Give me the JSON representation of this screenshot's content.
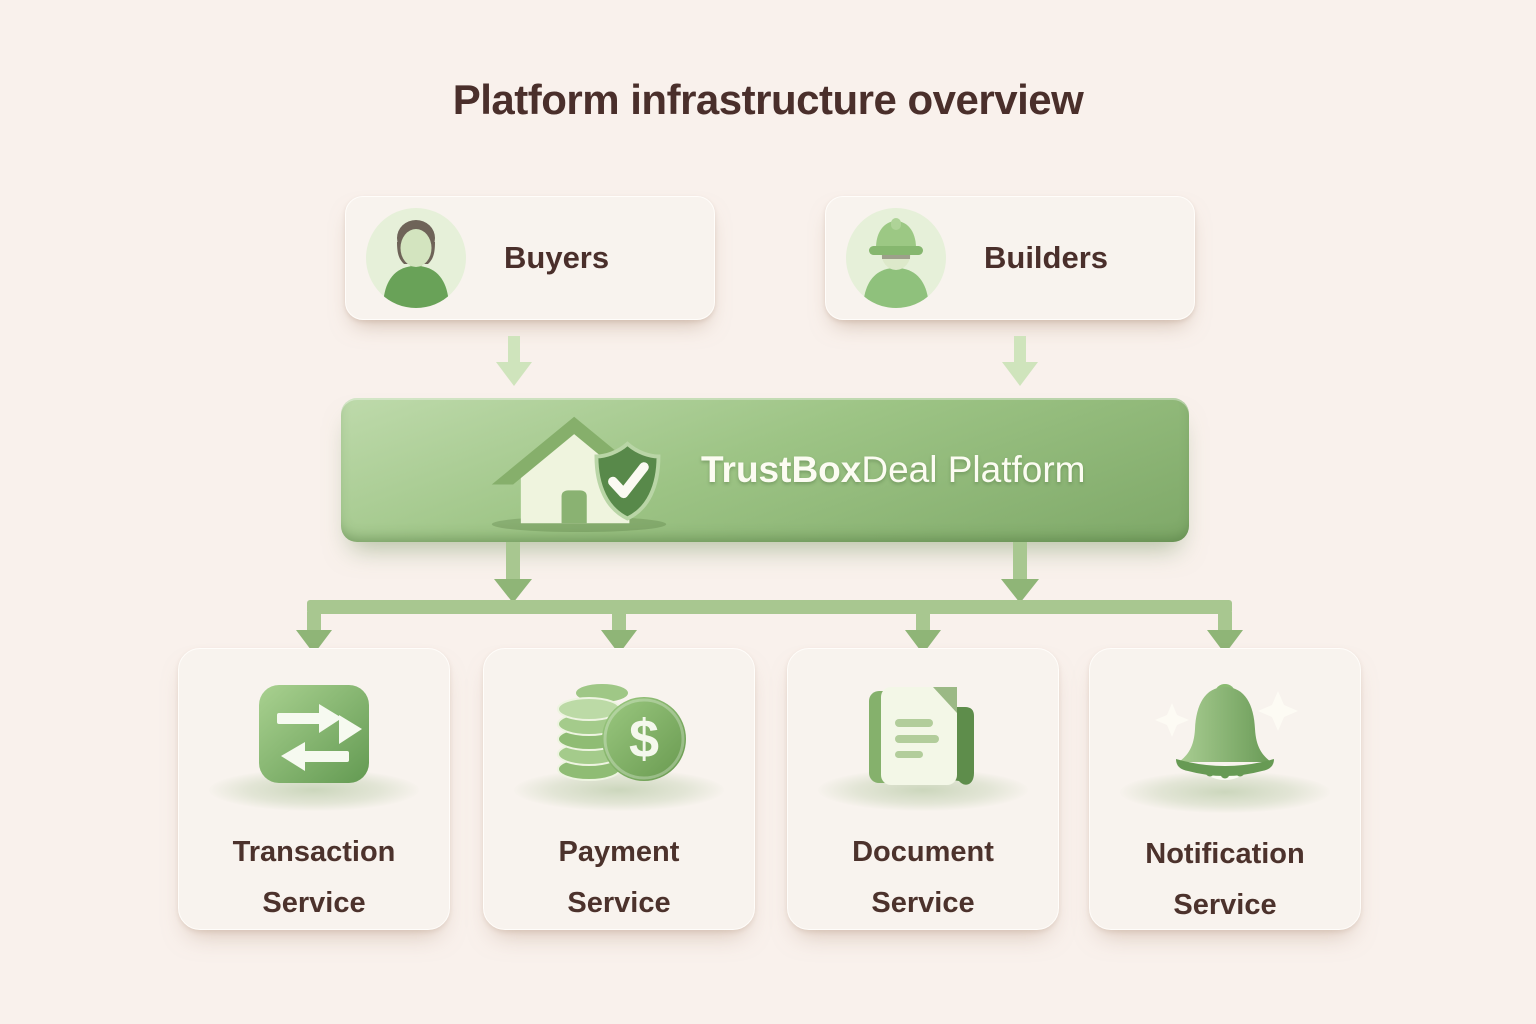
{
  "title": "Platform infrastructure overview",
  "actors": [
    {
      "label": "Buyers",
      "icon": "buyer-avatar-icon"
    },
    {
      "label": "Builders",
      "icon": "builder-avatar-icon"
    }
  ],
  "platform": {
    "name_bold": "TrustBox",
    "name_rest": "Deal Platform",
    "icon": "house-shield-icon"
  },
  "services": [
    {
      "line1": "Transaction",
      "line2": "Service",
      "icon": "transfer-arrows-icon"
    },
    {
      "line1": "Payment",
      "line2": "Service",
      "icon": "coins-dollar-icon"
    },
    {
      "line1": "Document",
      "line2": "Service",
      "icon": "document-icon"
    },
    {
      "line1": "Notification",
      "line2": "Service",
      "icon": "bell-icon"
    }
  ],
  "connections": [
    {
      "from": "Buyers",
      "to": "TrustBoxDeal Platform"
    },
    {
      "from": "Builders",
      "to": "TrustBoxDeal Platform"
    },
    {
      "from": "TrustBoxDeal Platform",
      "to": "Transaction Service"
    },
    {
      "from": "TrustBoxDeal Platform",
      "to": "Payment Service"
    },
    {
      "from": "TrustBoxDeal Platform",
      "to": "Document Service"
    },
    {
      "from": "TrustBoxDeal Platform",
      "to": "Notification Service"
    }
  ],
  "colors": {
    "background": "#f9f1ec",
    "card_background": "#f8f3ee",
    "text_dark_brown": "#4a2f2b",
    "banner_green_light": "#bedaab",
    "banner_green_dark": "#7ea868",
    "connector_green": "#a8c790",
    "connector_arrow_green": "#8fb577",
    "light_arrow_green": "#cfe4bc",
    "icon_green": "#7fae65",
    "icon_text_white": "#fcfcf2"
  }
}
